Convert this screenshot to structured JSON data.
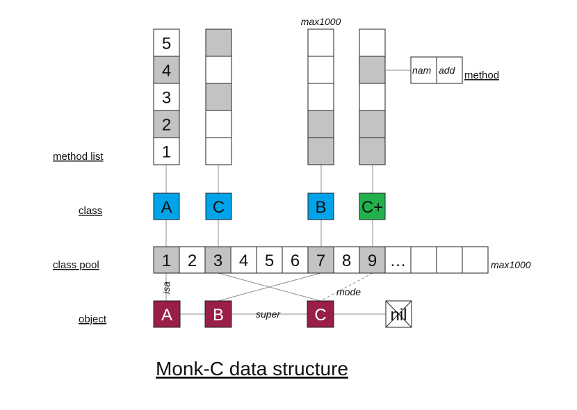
{
  "title": "Monk-C data structure",
  "row_labels": {
    "method_list": "method list",
    "class": "class",
    "class_pool": "class pool",
    "object": "object"
  },
  "colors": {
    "class_blue": "#00a3e8",
    "class_green": "#22b24c",
    "object": "#991e48",
    "cell_gray": "#c3c3c3",
    "cell_white": "#ffffff"
  },
  "method_columns": [
    {
      "header": "",
      "cells": [
        {
          "text": "5",
          "filled": false
        },
        {
          "text": "4",
          "filled": true
        },
        {
          "text": "3",
          "filled": false
        },
        {
          "text": "2",
          "filled": true
        },
        {
          "text": "1",
          "filled": false
        }
      ]
    },
    {
      "header": "",
      "cells": [
        {
          "text": "",
          "filled": true
        },
        {
          "text": "",
          "filled": false
        },
        {
          "text": "",
          "filled": true
        },
        {
          "text": "",
          "filled": false
        },
        {
          "text": "",
          "filled": false
        }
      ]
    },
    {
      "header": "max1000",
      "cells": [
        {
          "text": "",
          "filled": false
        },
        {
          "text": "",
          "filled": false
        },
        {
          "text": "",
          "filled": false
        },
        {
          "text": "",
          "filled": true
        },
        {
          "text": "",
          "filled": true
        }
      ]
    },
    {
      "header": "",
      "cells": [
        {
          "text": "",
          "filled": false
        },
        {
          "text": "",
          "filled": true
        },
        {
          "text": "",
          "filled": false
        },
        {
          "text": "",
          "filled": true
        },
        {
          "text": "",
          "filled": true
        }
      ]
    }
  ],
  "method_detail": {
    "cells": [
      "nam",
      "add"
    ],
    "label": "method"
  },
  "classes": [
    {
      "label": "A",
      "color": "blue"
    },
    {
      "label": "C",
      "color": "blue"
    },
    {
      "label": "B",
      "color": "blue"
    },
    {
      "label": "C+",
      "color": "green"
    }
  ],
  "class_pool": {
    "cells": [
      {
        "text": "1",
        "filled": true
      },
      {
        "text": "2",
        "filled": false
      },
      {
        "text": "3",
        "filled": true
      },
      {
        "text": "4",
        "filled": false
      },
      {
        "text": "5",
        "filled": false
      },
      {
        "text": "6",
        "filled": false
      },
      {
        "text": "7",
        "filled": true
      },
      {
        "text": "8",
        "filled": false
      },
      {
        "text": "9",
        "filled": true
      },
      {
        "text": "…",
        "filled": false
      },
      {
        "text": "",
        "filled": false
      },
      {
        "text": "",
        "filled": false
      },
      {
        "text": "",
        "filled": false
      }
    ],
    "max_label": "max1000"
  },
  "objects": [
    {
      "label": "A"
    },
    {
      "label": "B"
    },
    {
      "label": "C"
    }
  ],
  "nil_label": "nil",
  "edge_labels": {
    "isa": "isa",
    "super": "super",
    "mode": "mode"
  }
}
